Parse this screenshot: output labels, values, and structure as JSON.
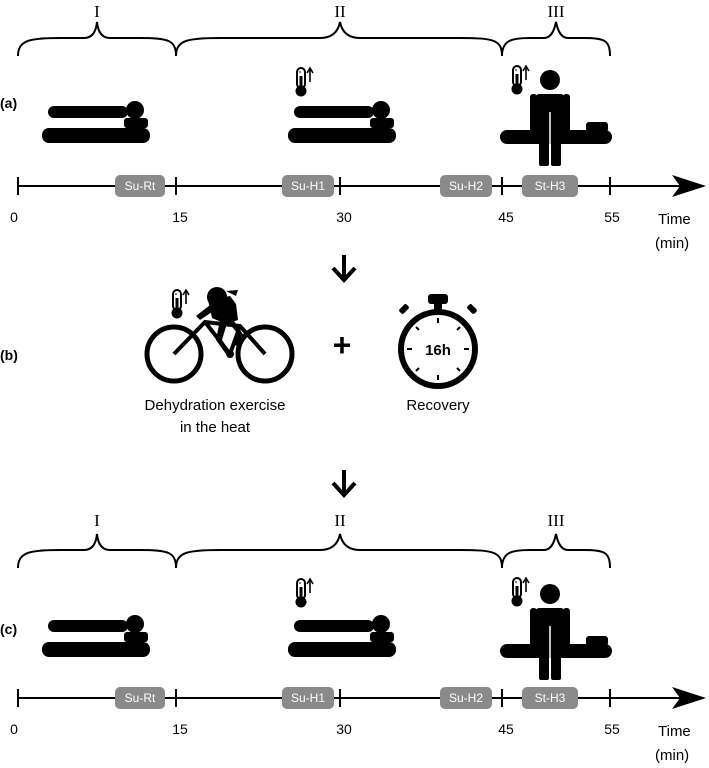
{
  "panels": {
    "a": "(a)",
    "b": "(b)",
    "c": "(c)"
  },
  "phases": [
    "I",
    "II",
    "III"
  ],
  "timeline": {
    "ticks": [
      "0",
      "15",
      "30",
      "45",
      "55"
    ],
    "axis_title": "Time",
    "axis_unit": "(min)",
    "measurements": [
      "Su-Rt",
      "Su-H1",
      "Su-H2",
      "St-H3"
    ]
  },
  "intervention": {
    "exercise_line1": "Dehydration exercise",
    "exercise_line2": "in the heat",
    "plus": "+",
    "timer": "16h",
    "recovery": "Recovery"
  },
  "colors": {
    "ink": "#000000",
    "box": "#8a8a8a",
    "box_text": "#ffffff"
  },
  "icons": [
    "thermometer-up-icon",
    "supine-person-icon",
    "standing-person-icon",
    "cyclist-icon",
    "stopwatch-icon",
    "down-arrow-icon"
  ]
}
